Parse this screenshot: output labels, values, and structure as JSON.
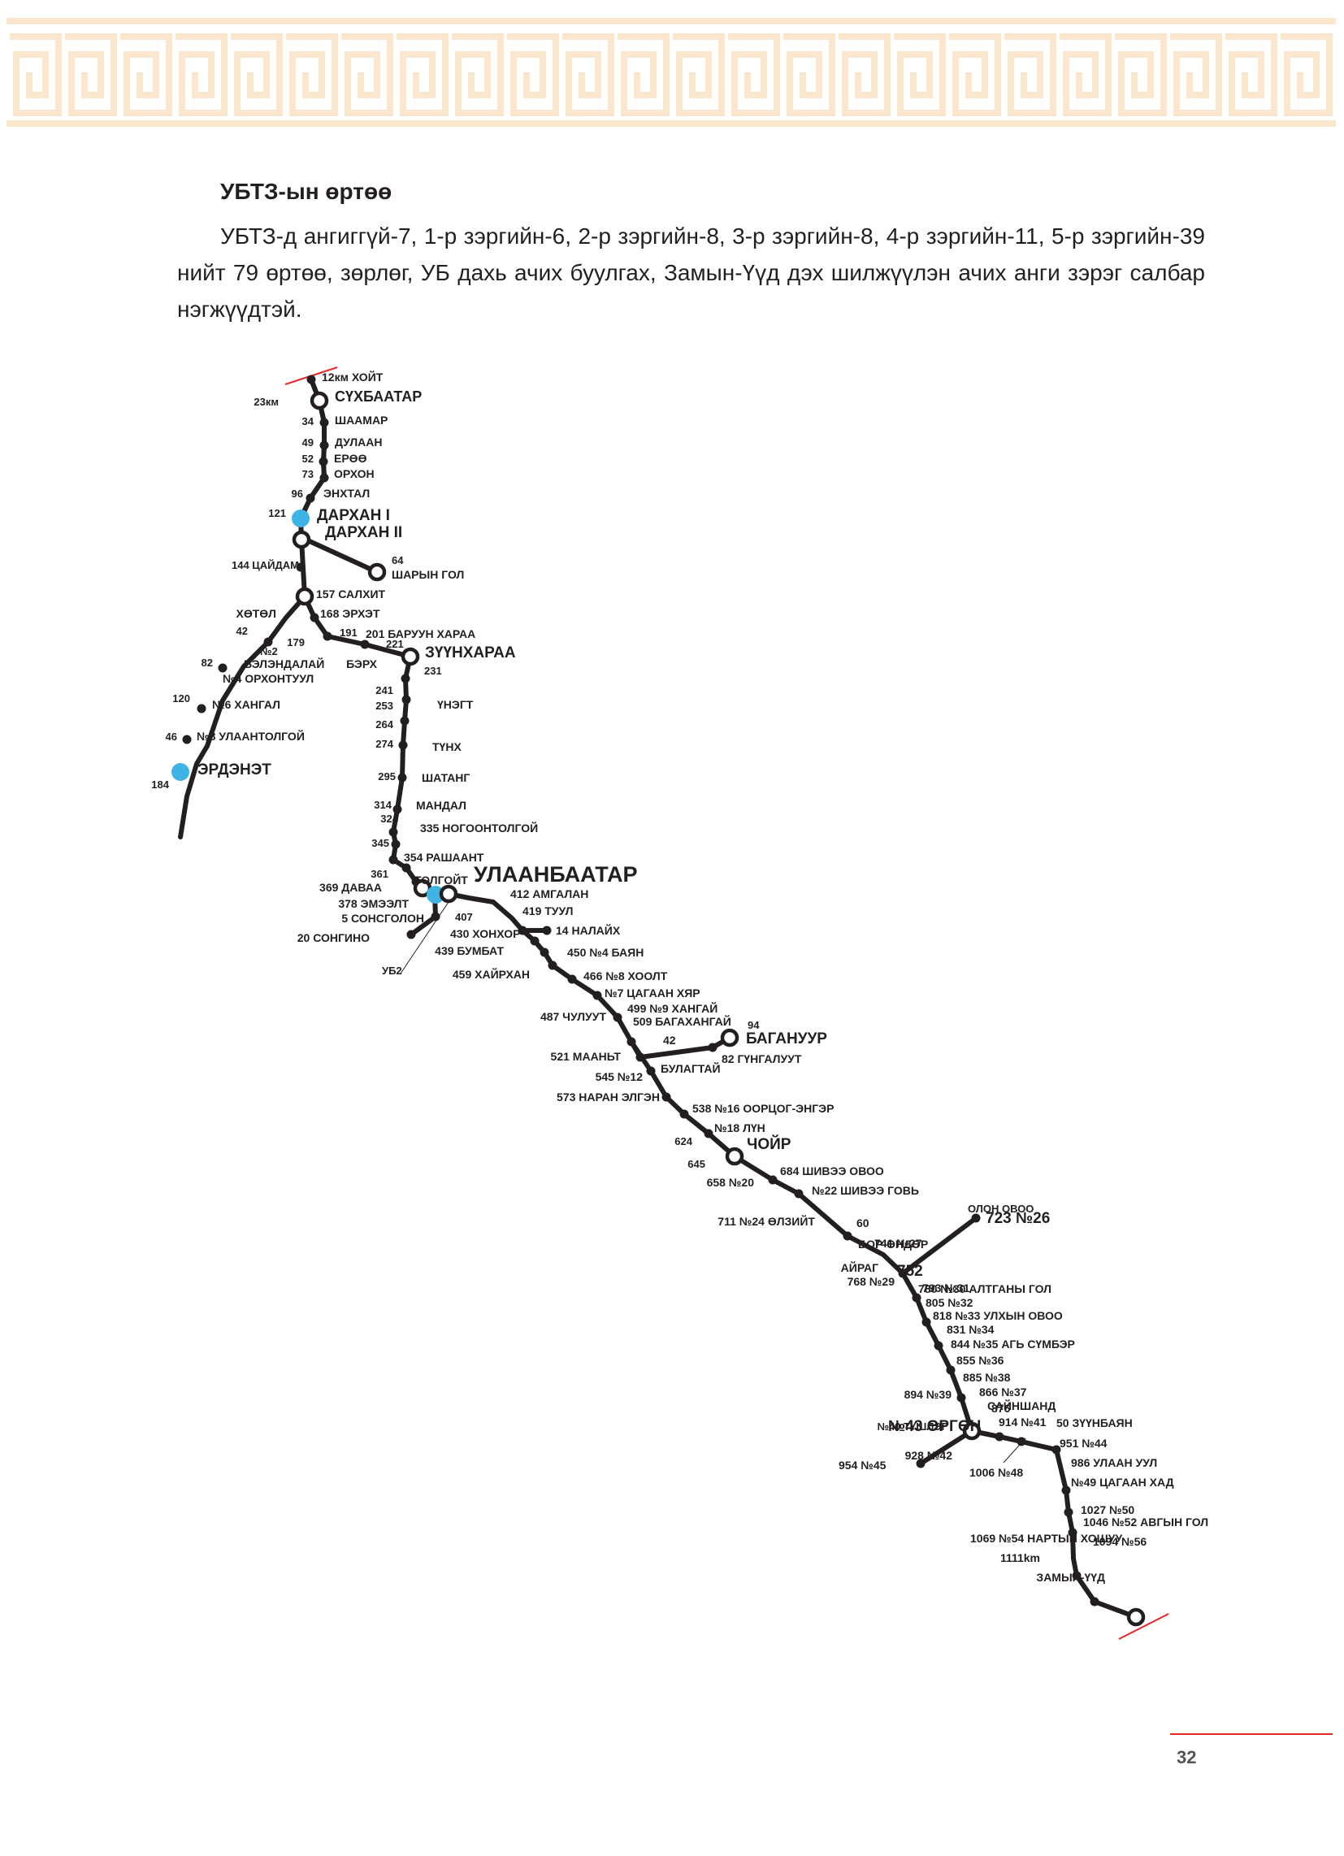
{
  "colors": {
    "border": "#fbe7cd",
    "track": "#231f20",
    "major_station": "#3fb2e6",
    "end_mark": "#e42727"
  },
  "section": {
    "title": "УБТЗ-ын өртөө",
    "text": "УБТЗ-д ангиггүй-7, 1-р зэргийн-6, 2-р зэргийн-8, 3-р зэргийн-8, 4-р зэргийн-11, 5-р зэргийн-39 нийт 79 өртөө, зөрлөг, УБ дахь ачих буулгах, Замын-Үүд дэх шилжүүлэн ачих анги зэрэг салбар нэгжүүдтэй."
  },
  "map_labels": [
    "12км ХОЙТ",
    "СҮХБААТАР",
    "23км",
    "34",
    "ШААМАР",
    "49",
    "ДУЛААН",
    "52",
    "ЕРӨӨ",
    "73",
    "ОРХОН",
    "96",
    "ЭНХТАЛ",
    "121",
    "ДАРХАН I",
    "ДАРХАН II",
    "64",
    "ШАРЫН ГОЛ",
    "144 ЦАЙДАМ",
    "157 САЛХИТ",
    "ХӨТӨЛ",
    "168 ЭРХЭТ",
    "42",
    "179",
    "191",
    "201 БАРУУН ХАРАА",
    "221",
    "№2",
    "БЭЛЭНДАЛАЙ",
    "БЭРХ",
    "ЗҮҮНХАРАА",
    "231",
    "82",
    "№4 ОРХОНТУУЛ",
    "241",
    "253",
    "ҮНЭГТ",
    "120",
    "№6 ХАНГАЛ",
    "264",
    "46",
    "№8 УЛААНТОЛГОЙ",
    "274",
    "ТҮНХ",
    "ЭРДЭНЭТ",
    "184",
    "295",
    "ШАТАНГ",
    "314",
    "МАНДАЛ",
    "324",
    "335 НОГООНТОЛГОЙ",
    "345",
    "354 РАШААНТ",
    "361",
    "ТОЛГОЙТ",
    "УЛААНБААТАР",
    "369 ДАВАА",
    "378 ЭМЭЭЛТ",
    "5 СОНСГОЛОН",
    "407",
    "412 АМГАЛАН",
    "419 ТУУЛ",
    "14 НАЛАЙХ",
    "20 СОНГИНО",
    "430 ХОНХОР",
    "УБ2",
    "439 БУМБАТ",
    "450 №4 БАЯН",
    "459 ХАЙРХАН",
    "466 №8 ХООЛТ",
    "№7 ЦАГААН ХЯР",
    "499 №9 ХАНГАЙ",
    "487 ЧУЛУУТ",
    "509 БАГАХАНГАЙ",
    "94",
    "БАГАНУУР",
    "42",
    "521 МААНЬТ",
    "82 ГҮНГАЛУУТ",
    "БУЛАГТАЙ",
    "545 №12",
    "573 НАРАН ЭЛГЭН",
    "538 №16 ООРЦОГ-ЭНГЭР",
    "№18 ЛҮН",
    "624",
    "ЧОЙР",
    "645",
    "684 ШИВЭЭ ОВОО",
    "658 №20",
    "№22 ШИВЭЭ ГОВЬ",
    "711 №24 ӨЛЗИЙТ",
    "60",
    "ОЛОН ОВОО",
    "БОР-ӨНДӨР",
    "723 №26",
    "741 №27",
    "АЙРАГ",
    "752",
    "768 №29",
    "780 №30 АЛТГАНЫ ГОЛ",
    "793 №31",
    "805 №32",
    "818 №33 УЛХЫН ОВОО",
    "831 №34",
    "844 №35 АГЬ СҮМБЭР",
    "855 №36",
    "885 №38",
    "866 №37",
    "894 №39",
    "САЙНШАНД",
    "876",
    "914 №41",
    "№43 ӨРГӨН",
    "№40 ТҮШЛЭГ",
    "50 ЗҮҮНБАЯН",
    "951 №44",
    "928 №42",
    "954 №45",
    "986 УЛААН УУЛ",
    "1006 №48",
    "№49 ЦАГААН ХАД",
    "1027 №50",
    "1046 №52 АВГЫН ГОЛ",
    "1069 №54 НАРТЫН ХОШУУ",
    "1094 №56",
    "1111km",
    "ЗАМЫН-ҮҮД"
  ],
  "page_number": "32"
}
